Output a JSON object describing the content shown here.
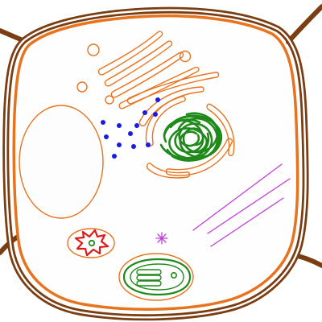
{
  "diagram": {
    "kind": "plant-cell",
    "labels": []
  },
  "colors": {
    "background": "#ffffff",
    "neighbor_wall": "#7a3e12",
    "cell_membrane": "#e8731e",
    "organelle_outline": "#e8731e",
    "cytoplasm": "#fefefe",
    "vacuole_fill": "#fdfdfd",
    "nucleus_chromatin": "#1f8a1a",
    "ribosome": "#1a1ae6",
    "microtubule": "#c040d8",
    "centrosome": "#c040d8",
    "mitochondrion_outer": "#e8731e",
    "mitochondrion_inner": "#e01818",
    "mitochondrion_core": "#1f8a1a",
    "chloroplast": "#1f8a1a"
  },
  "organelles": [
    {
      "name": "cell-wall",
      "icon": "cell-wall-shape"
    },
    {
      "name": "cell-membrane",
      "icon": "membrane-outline"
    },
    {
      "name": "vacuole",
      "icon": "oval-outline"
    },
    {
      "name": "golgi-apparatus",
      "icon": "stacked-arcs"
    },
    {
      "name": "endoplasmic-reticulum",
      "icon": "curved-channels"
    },
    {
      "name": "nucleus",
      "icon": "tangled-chromatin"
    },
    {
      "name": "ribosomes",
      "icon": "blue-dots"
    },
    {
      "name": "vesicles",
      "icon": "small-circles"
    },
    {
      "name": "microtubules",
      "icon": "parallel-lines"
    },
    {
      "name": "centrosome",
      "icon": "asterisk"
    },
    {
      "name": "mitochondrion",
      "icon": "red-folded-core"
    },
    {
      "name": "chloroplast",
      "icon": "green-stacked-thylakoids"
    }
  ]
}
